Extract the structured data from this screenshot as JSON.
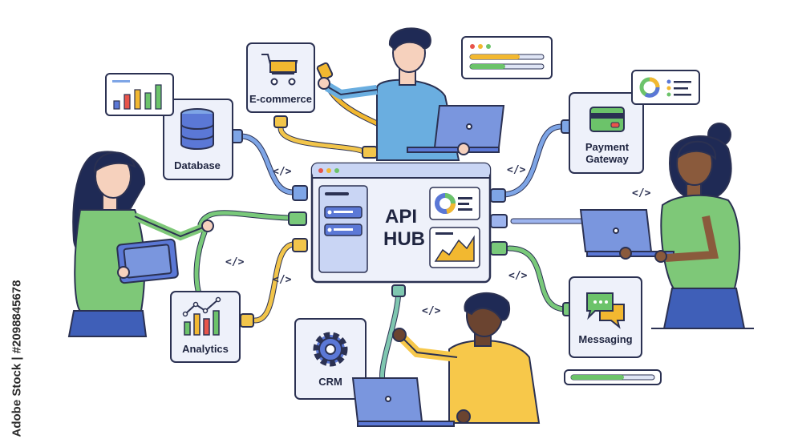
{
  "hub": {
    "title_line1": "API",
    "title_line2": "HUB"
  },
  "services": {
    "ecommerce": "E-commerce",
    "database": "Database",
    "payment_line1": "Payment",
    "payment_line2": "Gateway",
    "analytics": "Analytics",
    "crm": "CRM",
    "messaging": "Messaging"
  },
  "code_tag": "</>",
  "watermark": "Adobe Stock | #2098845678",
  "colors": {
    "outline": "#2b3152",
    "card_fill": "#eef1fa",
    "blue": "#5b78d6",
    "green": "#6cc36a",
    "yellow": "#f2b830",
    "orange": "#f28a3c",
    "red": "#e8544a"
  },
  "icons": [
    "shopping-cart-icon",
    "database-icon",
    "credit-card-icon",
    "analytics-chart-icon",
    "gear-icon",
    "chat-bubbles-icon",
    "plug-icon"
  ]
}
